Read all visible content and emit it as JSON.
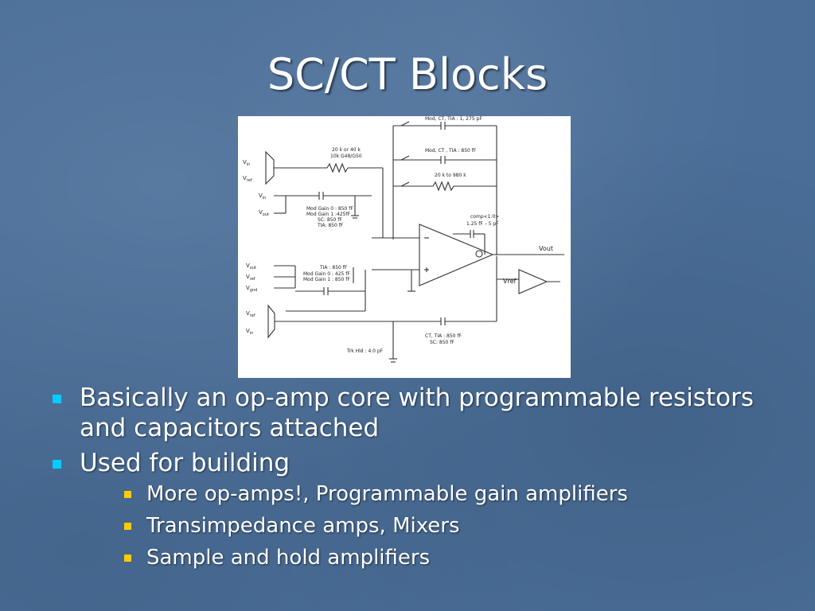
{
  "slide": {
    "title": "SC/CT Blocks",
    "bullets": [
      {
        "text": "Basically an op-amp core with programmable resistors and capacitors attached"
      },
      {
        "text": "Used for building",
        "sub": [
          "More op-amps!, Programmable gain amplifiers",
          "Transimpedance amps, Mixers",
          "Sample and hold amplifiers"
        ]
      }
    ]
  },
  "figure": {
    "labels": {
      "modct_cap1": "Mod, CT, TIA : 1, 275 pF",
      "modct_cap2": "Mod, CT , TIA : 850 fF",
      "res_top": "20 k to 980 k",
      "res_in1": "20 k or 40 k",
      "res_in2": "10k G48/G50",
      "vin": "V",
      "vin_sub": "in",
      "vref": "V",
      "vref_sub": "ref",
      "vout": "V",
      "vout_sub": "out",
      "vgnd": "V",
      "vgnd_sub": "gnd",
      "cap_in_a": "Mod Gain 0 : 850 fF",
      "cap_in_b": "Mod Gain 1 :425fF",
      "cap_in_c": "SC: 850 fF",
      "cap_in_d": "TIA: 850 fF",
      "cap_low_a": "TIA : 850 fF",
      "cap_low_b": "Mod Gain 0 : 425 fF",
      "cap_low_c": "Mod Gain 1 : 850 fF",
      "comp_a": "comp<1:0>",
      "comp_b": "1.25 fF – 5 pF",
      "vout_label": "Vout",
      "vref_label": "Vref",
      "ct_a": "CT, TIA : 850 fF",
      "ct_b": "SC: 850 fF",
      "trk": "Trk Hld : 4.0 pF"
    }
  }
}
